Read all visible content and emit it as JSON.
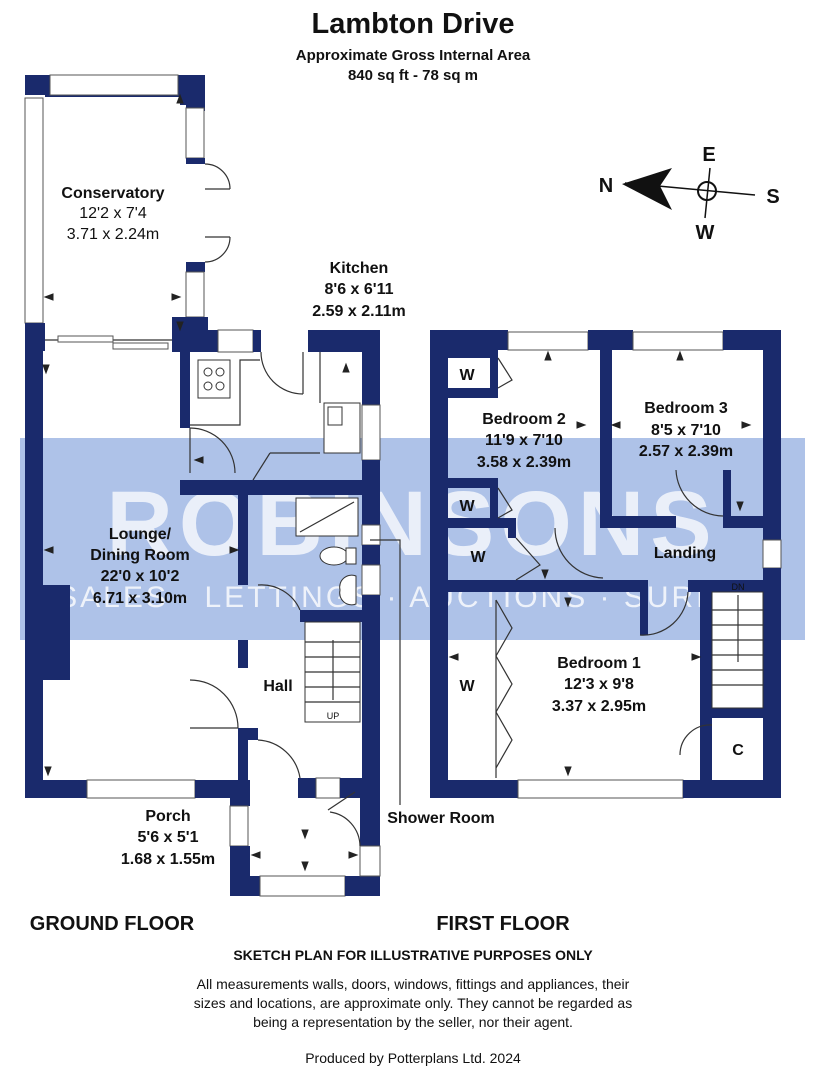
{
  "header": {
    "title": "Lambton Drive",
    "subtitle": "Approximate Gross Internal Area",
    "area": "840 sq ft - 78 sq m"
  },
  "compass": {
    "n": "N",
    "e": "E",
    "s": "S",
    "w": "W"
  },
  "watermark": {
    "name": "ROBINSONS",
    "tagline": "SALES · LETTINGS · AUCTIONS · SURREY"
  },
  "ground_floor": {
    "label": "GROUND FLOOR",
    "conservatory": {
      "name": "Conservatory",
      "imperial": "12'2 x 7'4",
      "metric": "3.71 x 2.24m"
    },
    "kitchen": {
      "name": "Kitchen",
      "imperial": "8'6 x 6'11",
      "metric": "2.59 x 2.11m"
    },
    "lounge": {
      "name_line1": "Lounge/",
      "name_line2": "Dining Room",
      "imperial": "22'0 x 10'2",
      "metric": "6.71 x 3.10m"
    },
    "hall": {
      "name": "Hall"
    },
    "stairs_up": "UP",
    "porch": {
      "name": "Porch",
      "imperial": "5'6 x 5'1",
      "metric": "1.68 x 1.55m"
    },
    "shower_room": {
      "name": "Shower Room"
    }
  },
  "first_floor": {
    "label": "FIRST FLOOR",
    "bedroom2": {
      "name": "Bedroom 2",
      "imperial": "11'9 x 7'10",
      "metric": "3.58 x 2.39m"
    },
    "bedroom3": {
      "name": "Bedroom 3",
      "imperial": "8'5 x 7'10",
      "metric": "2.57 x 2.39m"
    },
    "landing": {
      "name": "Landing"
    },
    "bedroom1": {
      "name": "Bedroom 1",
      "imperial": "12'3 x 9'8",
      "metric": "3.37 x 2.95m"
    },
    "wardrobe": "W",
    "cupboard": "C",
    "stairs_down": "DN"
  },
  "footer": {
    "disclaimer_title": "SKETCH PLAN FOR ILLUSTRATIVE PURPOSES ONLY",
    "disclaimer_line1": "All measurements walls, doors, windows, fittings and appliances, their",
    "disclaimer_line2": "sizes and locations, are approximate only. They cannot be regarded as",
    "disclaimer_line3": "being a representation by the seller, nor their agent.",
    "producer": "Produced by Potterplans Ltd. 2024"
  },
  "colors": {
    "wall": "#1a2a6c",
    "watermark_band": "#6b8fd6"
  }
}
